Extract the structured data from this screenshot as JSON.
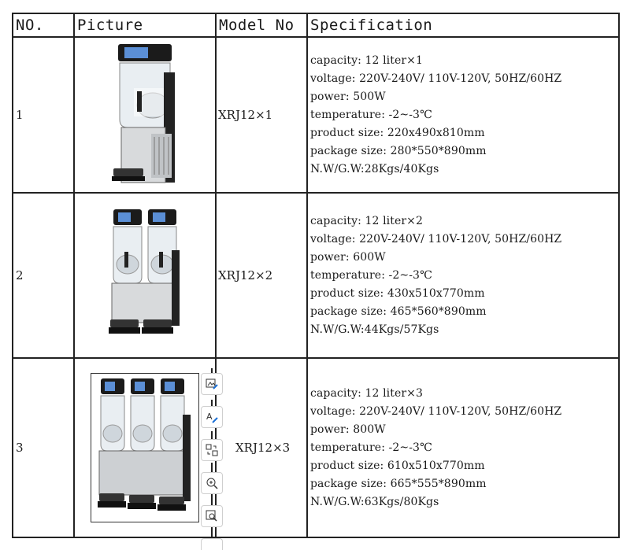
{
  "table": {
    "headers": {
      "no": "NO.",
      "picture": "Picture",
      "model": "Model No",
      "spec": "Specification"
    },
    "rows": [
      {
        "no": "1",
        "picture": "slush-machine-single-bowl",
        "model": "XRJ12×1",
        "spec": [
          "capacity: 12 liter×1",
          "voltage: 220V-240V/ 110V-120V, 50HZ/60HZ",
          "power: 500W",
          "temperature: -2~-3℃",
          "product size: 220x490x810mm",
          "package size: 280*550*890mm",
          "N.W/G.W:28Kgs/40Kgs"
        ]
      },
      {
        "no": "2",
        "picture": "slush-machine-double-bowl",
        "model": "XRJ12×2",
        "spec": [
          "capacity: 12 liter×2",
          "voltage: 220V-240V/ 110V-120V, 50HZ/60HZ",
          "power: 600W",
          "temperature: -2~-3℃",
          "product size: 430x510x770mm",
          "package size: 465*560*890mm",
          "N.W/G.W:44Kgs/57Kgs"
        ]
      },
      {
        "no": "3",
        "picture": "slush-machine-triple-bowl",
        "model": "XRJ12×3",
        "spec": [
          "capacity: 12 liter×3",
          "voltage: 220V-240V/ 110V-120V, 50HZ/60HZ",
          "power: 800W",
          "temperature: -2~-3℃",
          "product size: 610x510x770mm",
          "package size: 665*555*890mm",
          "N.W/G.W:63Kgs/80Kgs"
        ]
      }
    ]
  },
  "toolbar": {
    "buttons": [
      "image-edit-icon",
      "text-edit-icon",
      "replace-image-icon",
      "zoom-icon",
      "image-search-icon"
    ]
  }
}
